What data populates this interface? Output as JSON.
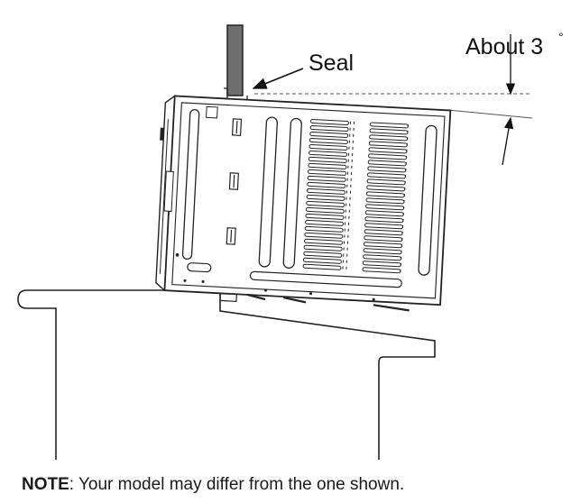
{
  "labels": {
    "seal": "Seal",
    "angle": "About 3",
    "degree": "°"
  },
  "note": {
    "prefix": "NOTE",
    "text": ": Your model may differ from the one shown."
  }
}
